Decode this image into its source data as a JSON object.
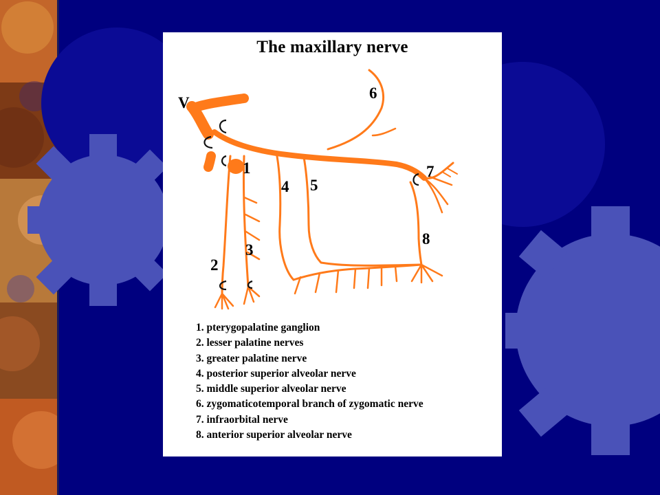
{
  "diagram": {
    "title": "The maxillary nerve",
    "markers": {
      "v": "V",
      "n1": "1",
      "n2": "2",
      "n3": "3",
      "n4": "4",
      "n5": "5",
      "n6": "6",
      "n7": "7",
      "n8": "8"
    },
    "legend": [
      "1. pterygopalatine ganglion",
      "2. lesser palatine nerves",
      "3. greater palatine nerve",
      "4. posterior superior alveolar nerve",
      "5. middle superior alveolar nerve",
      "6. zygomaticotemporal branch of zygomatic nerve",
      "7. infraorbital nerve",
      "8. anterior superior alveolar nerve"
    ]
  },
  "colors": {
    "background": "#00007f",
    "nerve": "#ff7a1a",
    "gear": "#4a52b8",
    "slide": "#ffffff"
  }
}
